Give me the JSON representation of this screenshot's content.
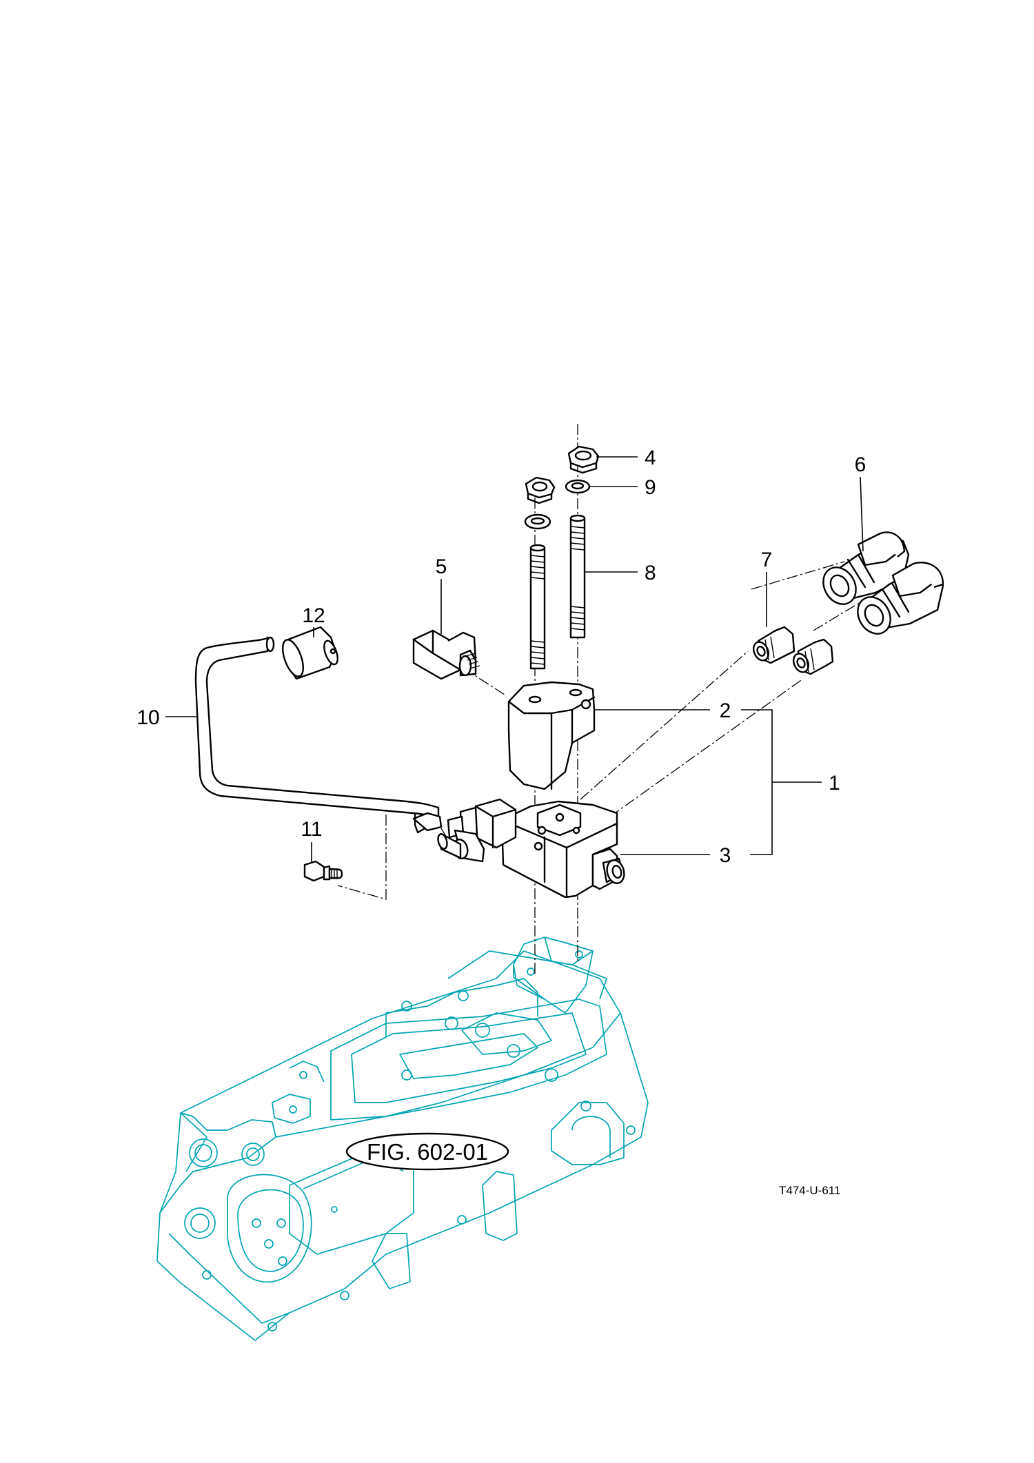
{
  "callouts": {
    "c1": "1",
    "c2": "2",
    "c3": "3",
    "c4": "4",
    "c5": "5",
    "c6": "6",
    "c7": "7",
    "c8": "8",
    "c9": "9",
    "c10": "10",
    "c11": "11",
    "c12": "12"
  },
  "figure_reference": "FIG. 602-01",
  "drawing_code": "T474-U-611",
  "colors": {
    "parts_line": "#000000",
    "housing_line": "#00a3b4",
    "background": "#ffffff"
  }
}
